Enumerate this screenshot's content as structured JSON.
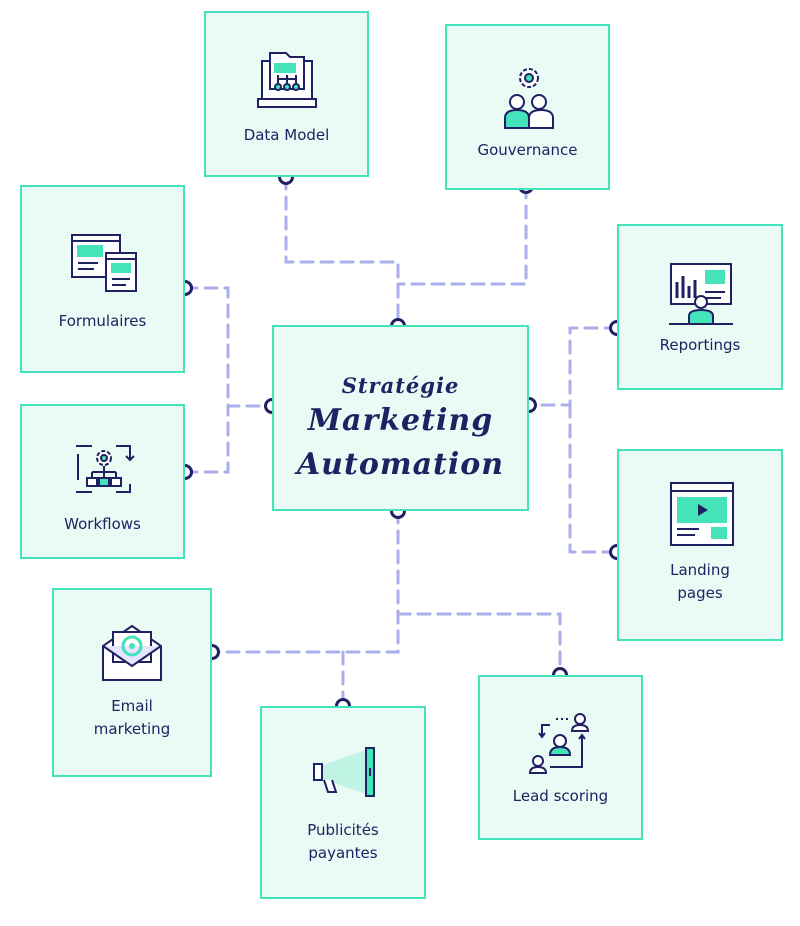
{
  "center": {
    "line1": "Stratégie",
    "line2": "Marketing",
    "line3": "Automation"
  },
  "nodes": {
    "data_model": {
      "label": "Data Model",
      "icon": "data-model-icon"
    },
    "gouvernance": {
      "label": "Gouvernance",
      "icon": "team-gear-icon"
    },
    "formulaires": {
      "label": "Formulaires",
      "icon": "forms-icon"
    },
    "workflows": {
      "label": "Workflows",
      "icon": "workflow-icon"
    },
    "reportings": {
      "label": "Reportings",
      "icon": "presentation-chart-icon"
    },
    "landing_pages": {
      "label_1": "Landing",
      "label_2": "pages",
      "icon": "video-page-icon"
    },
    "email": {
      "label_1": "Email",
      "label_2": "marketing",
      "icon": "envelope-at-icon"
    },
    "publicites": {
      "label_1": "Publicités",
      "label_2": "payantes",
      "icon": "megaphone-icon"
    },
    "lead_scoring": {
      "label": "Lead scoring",
      "icon": "lead-scoring-icon"
    }
  },
  "colors": {
    "accent": "#45e3b9",
    "fill": "#eafbf5",
    "ink": "#1f2163",
    "connector": "#aaaeea"
  }
}
